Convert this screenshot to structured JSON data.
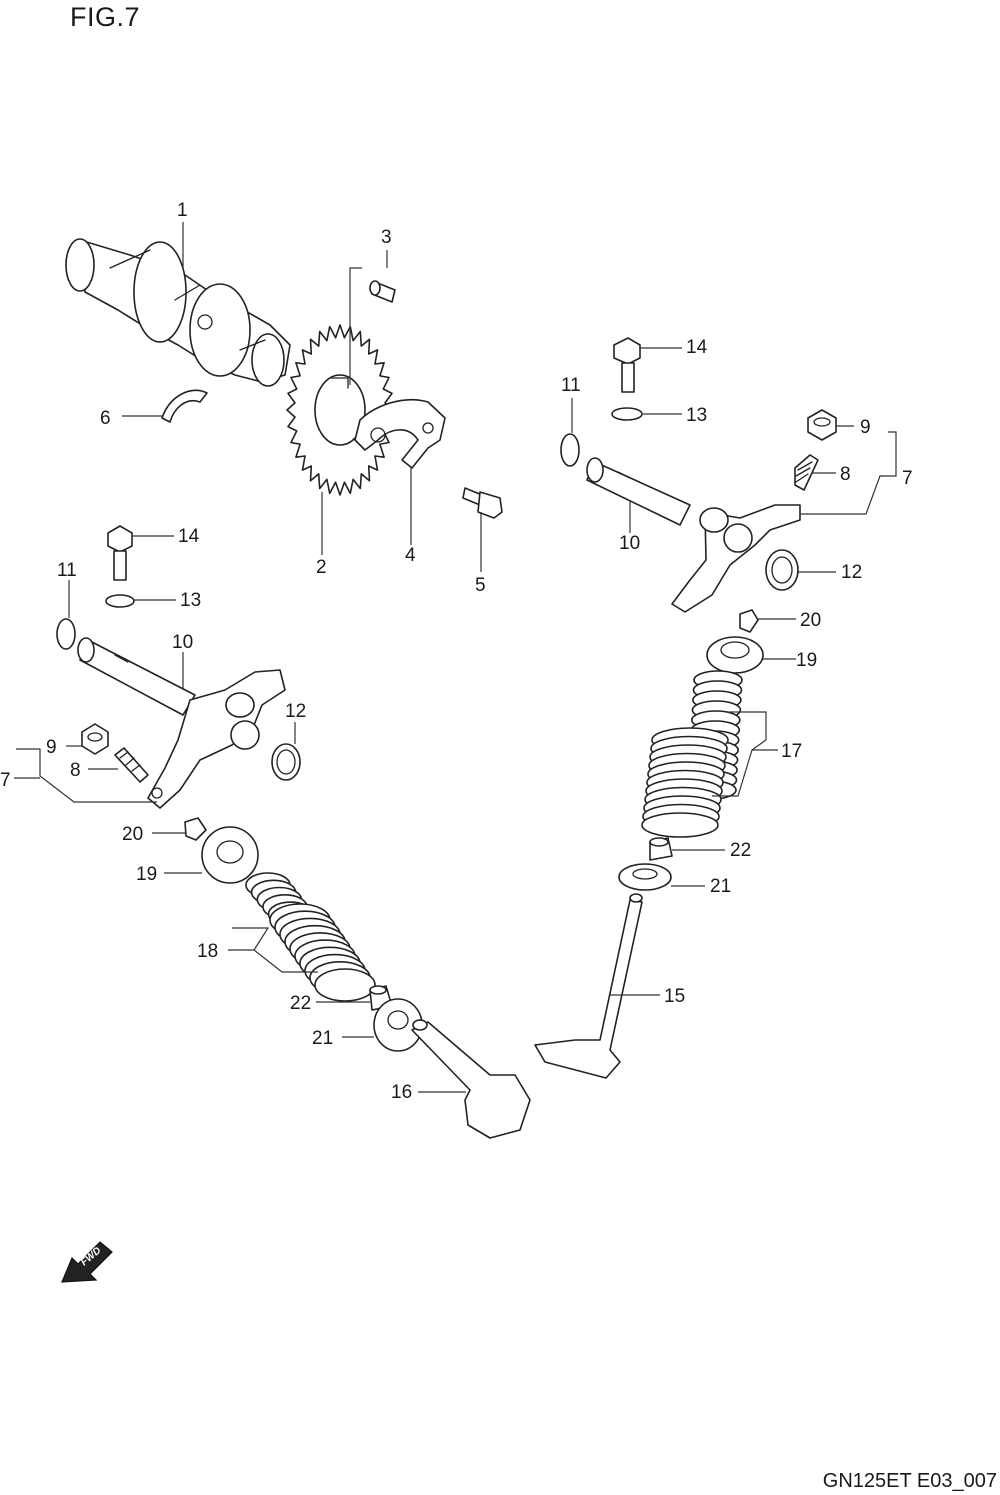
{
  "figure_title": "FIG.7",
  "document_code": "GN125ET E03_007",
  "fwd_symbol": {
    "text": "FWD",
    "icon": "forward-direction-arrow-icon"
  },
  "part_labels": [
    {
      "key": "p1",
      "number": "1"
    },
    {
      "key": "p2",
      "number": "2"
    },
    {
      "key": "p3",
      "number": "3"
    },
    {
      "key": "p4",
      "number": "4"
    },
    {
      "key": "p5",
      "number": "5"
    },
    {
      "key": "p6",
      "number": "6"
    },
    {
      "key": "p7a",
      "number": "7"
    },
    {
      "key": "p7b",
      "number": "7"
    },
    {
      "key": "p8a",
      "number": "8"
    },
    {
      "key": "p8b",
      "number": "8"
    },
    {
      "key": "p9a",
      "number": "9"
    },
    {
      "key": "p9b",
      "number": "9"
    },
    {
      "key": "p10a",
      "number": "10"
    },
    {
      "key": "p10b",
      "number": "10"
    },
    {
      "key": "p11a",
      "number": "11"
    },
    {
      "key": "p11b",
      "number": "11"
    },
    {
      "key": "p12a",
      "number": "12"
    },
    {
      "key": "p12b",
      "number": "12"
    },
    {
      "key": "p13a",
      "number": "13"
    },
    {
      "key": "p13b",
      "number": "13"
    },
    {
      "key": "p14a",
      "number": "14"
    },
    {
      "key": "p14b",
      "number": "14"
    },
    {
      "key": "p15",
      "number": "15"
    },
    {
      "key": "p16",
      "number": "16"
    },
    {
      "key": "p17",
      "number": "17"
    },
    {
      "key": "p18",
      "number": "18"
    },
    {
      "key": "p19a",
      "number": "19"
    },
    {
      "key": "p19b",
      "number": "19"
    },
    {
      "key": "p20a",
      "number": "20"
    },
    {
      "key": "p20b",
      "number": "20"
    },
    {
      "key": "p21a",
      "number": "21"
    },
    {
      "key": "p21b",
      "number": "21"
    },
    {
      "key": "p22a",
      "number": "22"
    },
    {
      "key": "p22b",
      "number": "22"
    }
  ]
}
